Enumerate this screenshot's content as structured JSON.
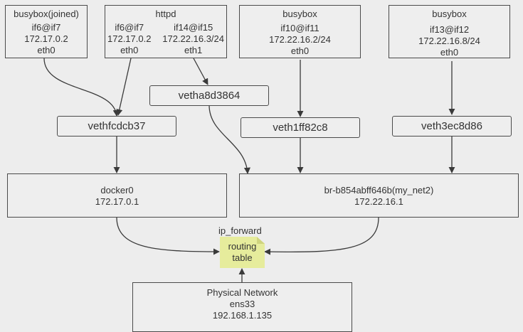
{
  "containers": {
    "busybox_joined": {
      "title": "busybox(joined)",
      "iface": "if6@if7",
      "ip": "172.17.0.2",
      "dev": "eth0"
    },
    "httpd": {
      "title": "httpd",
      "left": {
        "iface": "if6@if7",
        "ip": "172.17.0.2",
        "dev": "eth0"
      },
      "right": {
        "iface": "if14@if15",
        "ip": "172.22.16.3/24",
        "dev": "eth1"
      }
    },
    "busybox_2": {
      "title": "busybox",
      "iface": "if10@if11",
      "ip": "172.22.16.2/24",
      "dev": "eth0"
    },
    "busybox_3": {
      "title": "busybox",
      "iface": "if13@if12",
      "ip": "172.22.16.8/24",
      "dev": "eth0"
    }
  },
  "veths": {
    "vethfcdcb37": "vethfcdcb37",
    "vetha8d3864": "vetha8d3864",
    "veth1ff82c8": "veth1ff82c8",
    "veth3ec8d86": "veth3ec8d86"
  },
  "bridges": {
    "docker0": {
      "name": "docker0",
      "ip": "172.17.0.1"
    },
    "my_net2": {
      "name": "br-b854abff646b(my_net2)",
      "ip": "172.22.16.1"
    }
  },
  "routing": {
    "label": "ip_forward",
    "note_line1": "routing",
    "note_line2": "table",
    "note_color": "#e6ec9c"
  },
  "physical": {
    "title": "Physical Network",
    "iface": "ens33",
    "ip": "192.168.1.135"
  }
}
